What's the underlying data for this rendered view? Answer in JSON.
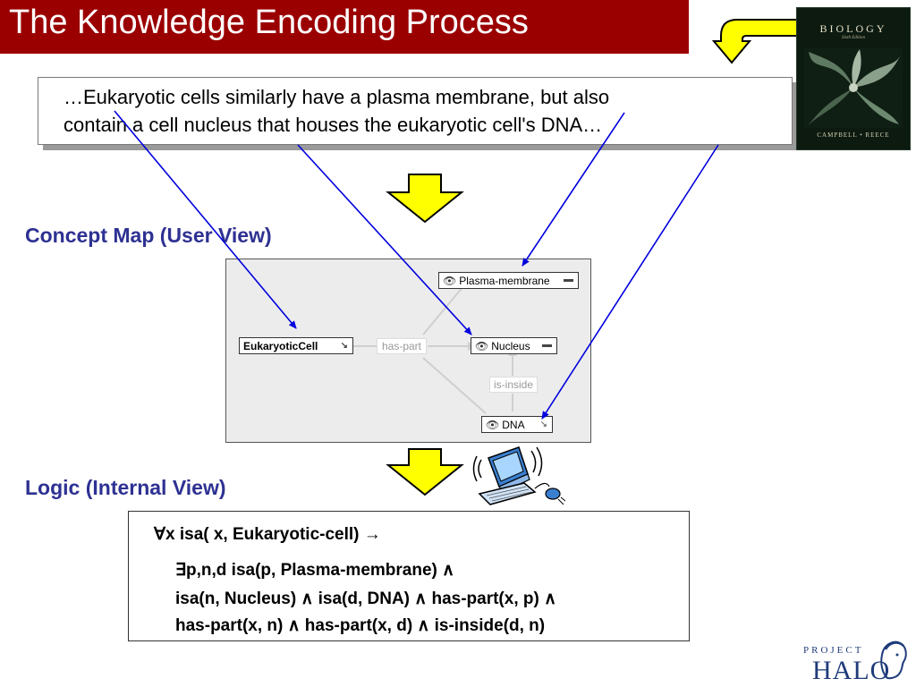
{
  "slide": {
    "title": "The Knowledge Encoding Process"
  },
  "book": {
    "title": "BIOLOGY",
    "edition": "Sixth Edition",
    "authors": "CAMPBELL • REECE"
  },
  "quote": {
    "line1": "…Eukaryotic cells similarly have a plasma membrane, but also",
    "line2": "contain a cell nucleus that houses the eukaryotic cell's DNA…"
  },
  "sections": {
    "concept_map": "Concept Map (User View)",
    "logic": "Logic (Internal View)"
  },
  "concept_map": {
    "nodes": {
      "eukaryotic_cell": "EukaryoticCell",
      "plasma_membrane": "Plasma-membrane",
      "nucleus": "Nucleus",
      "dna": "DNA"
    },
    "relations": {
      "has_part": "has-part",
      "is_inside": "is-inside"
    }
  },
  "logic": {
    "line1": "∀x isa( x, Eukaryotic-cell) →",
    "line2": "∃p,n,d isa(p, Plasma-membrane) ∧",
    "line3": "isa(n, Nucleus) ∧ isa(d, DNA) ∧ has-part(x, p) ∧",
    "line4": "has-part(x, n) ∧ has-part(x, d) ∧ is-inside(d, n)"
  },
  "logo": {
    "project": "PROJECT",
    "name": "HALO"
  },
  "colors": {
    "title_bar": "#9b0000",
    "section_label": "#2e3192",
    "arrow_fill": "#ffff00",
    "pointer_line": "#0000dd"
  },
  "icons": {
    "arrows": "yellow-down-arrow",
    "computer": "computer-clipart-icon",
    "eye": "eye-icon"
  }
}
